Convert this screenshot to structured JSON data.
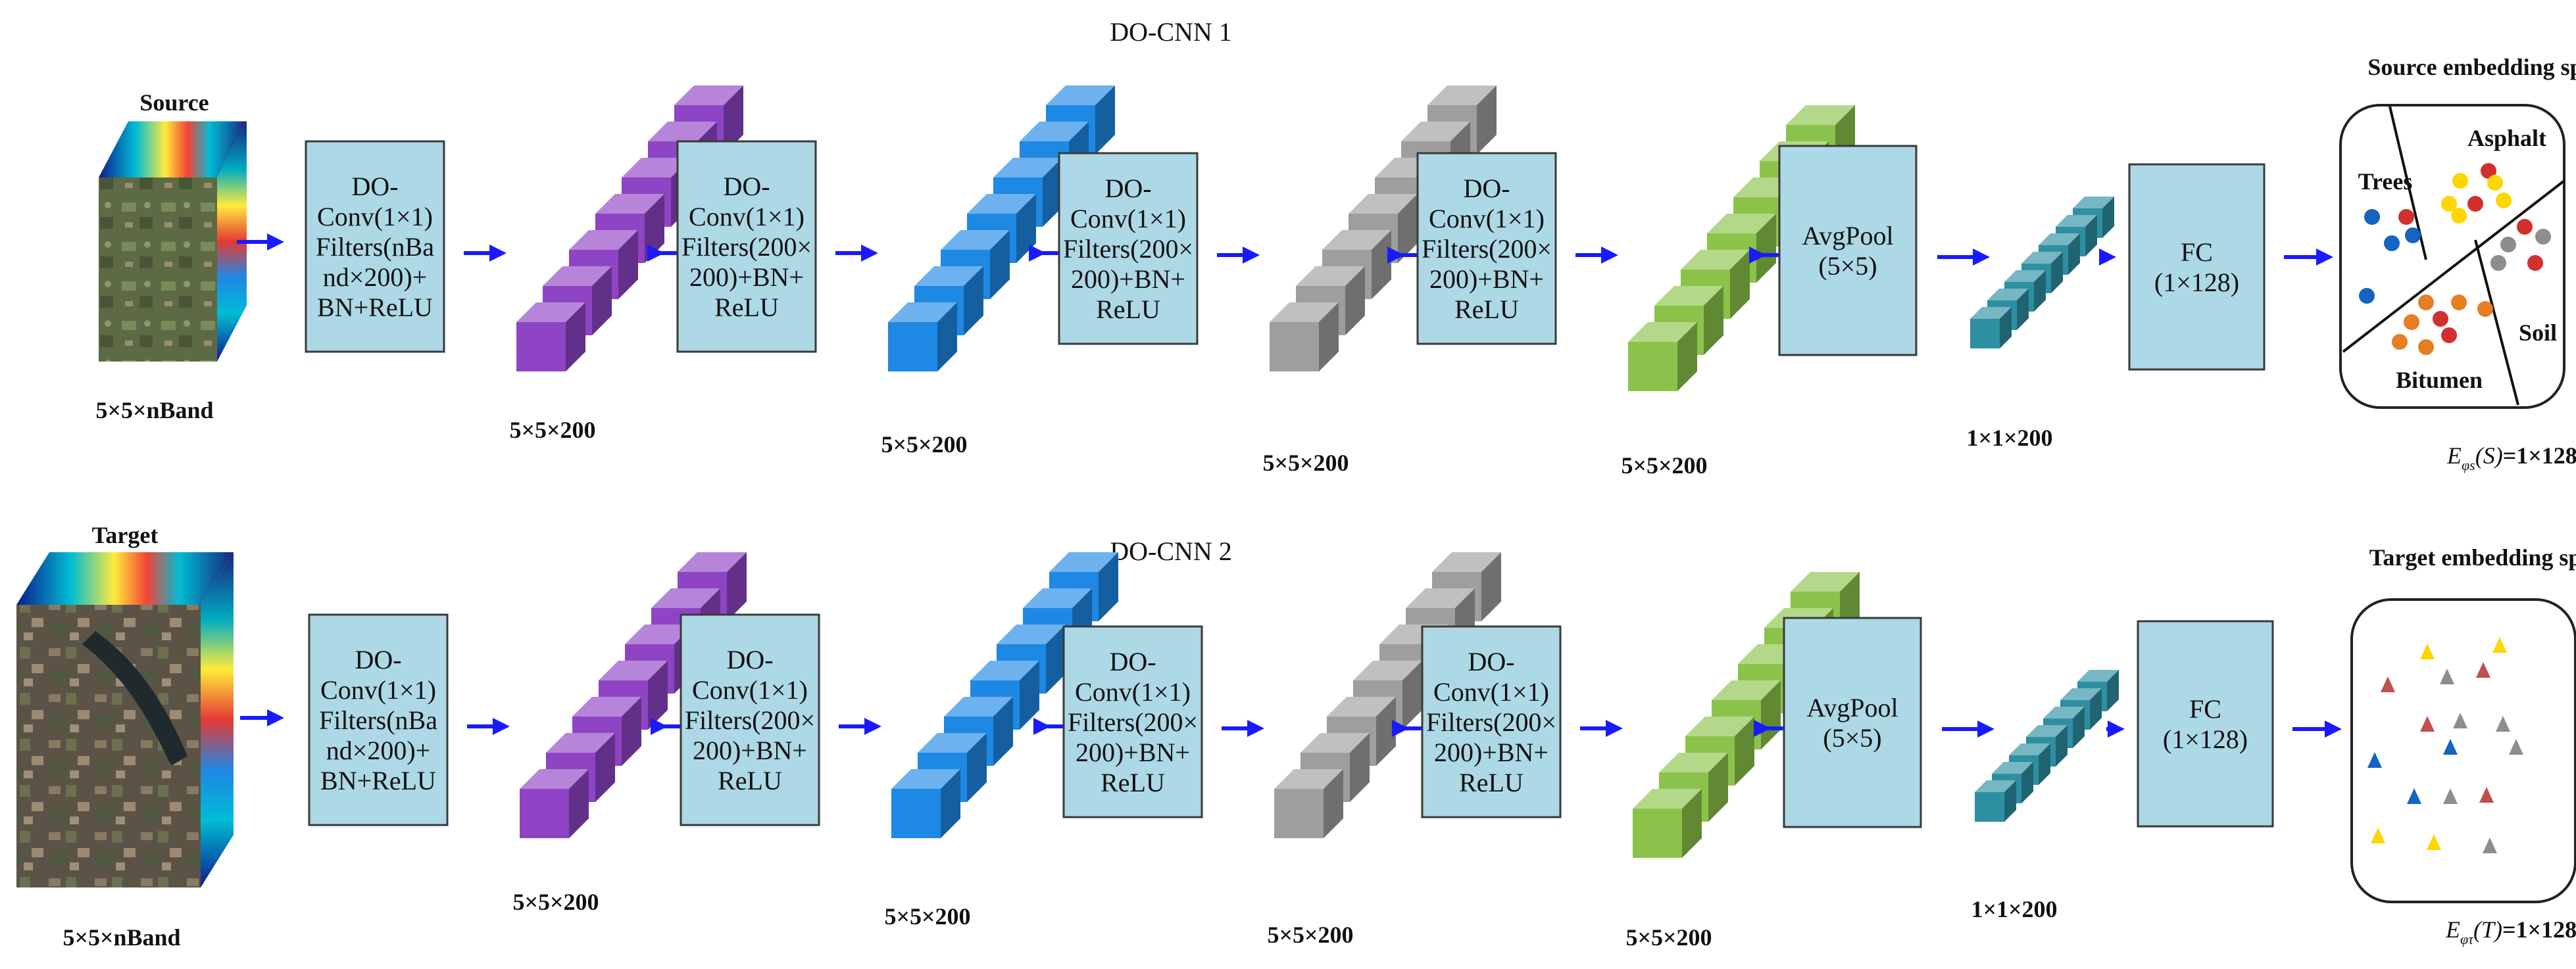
{
  "rows": [
    {
      "id": "source",
      "title": "DO-CNN 1",
      "input_label": "Source",
      "input_dims": "5×5×nBand",
      "blocks": [
        [
          "DO-",
          "Conv(1×1)",
          "Filters(nBa",
          "nd×200)+",
          "BN+ReLU"
        ],
        [
          "DO-",
          "Conv(1×1)",
          "Filters(200×",
          "200)+BN+",
          "ReLU"
        ],
        [
          "DO-",
          "Conv(1×1)",
          "Filters(200×",
          "200)+BN+",
          "ReLU"
        ],
        [
          "DO-",
          "Conv(1×1)",
          "Filters(200×",
          "200)+BN+",
          "ReLU"
        ]
      ],
      "stack_dims": [
        "5×5×200",
        "5×5×200",
        "5×5×200",
        "5×5×200"
      ],
      "avgpool": [
        "AvgPool",
        "(5×5)"
      ],
      "pool_dims": "1×1×200",
      "fc": [
        "FC",
        "(1×128)"
      ],
      "space_title": "Source embedding space",
      "space_regions": [
        "Trees",
        "Asphalt",
        "Soil",
        "Bitumen"
      ],
      "embedding_prefix": "E",
      "embedding_sub": "φs",
      "embedding_arg": "(S)",
      "embedding_suffix": "=1×128"
    },
    {
      "id": "target",
      "title": "DO-CNN 2",
      "input_label": "Target",
      "input_dims": "5×5×nBand",
      "blocks": [
        [
          "DO-",
          "Conv(1×1)",
          "Filters(nBa",
          "nd×200)+",
          "BN+ReLU"
        ],
        [
          "DO-",
          "Conv(1×1)",
          "Filters(200×",
          "200)+BN+",
          "ReLU"
        ],
        [
          "DO-",
          "Conv(1×1)",
          "Filters(200×",
          "200)+BN+",
          "ReLU"
        ],
        [
          "DO-",
          "Conv(1×1)",
          "Filters(200×",
          "200)+BN+",
          "ReLU"
        ]
      ],
      "stack_dims": [
        "5×5×200",
        "5×5×200",
        "5×5×200",
        "5×5×200"
      ],
      "avgpool": [
        "AvgPool",
        "(5×5)"
      ],
      "pool_dims": "1×1×200",
      "fc": [
        "FC",
        "(1×128)"
      ],
      "space_title": "Target embedding space",
      "space_regions": [],
      "embedding_prefix": "E",
      "embedding_sub": "φτ",
      "embedding_arg": "(T)",
      "embedding_suffix": "=1×128"
    }
  ],
  "colors": {
    "stack1": "#8e44c4",
    "stack2": "#1e88e5",
    "stack3": "#9e9e9e",
    "stack4": "#8bc34a",
    "pool": "#2e8fa3",
    "block_fill": "#add8e6",
    "arrow": "#1a1aff",
    "red": "#d32f2f",
    "blue": "#1565c0",
    "yellow": "#ffd600",
    "orange": "#e67e22",
    "gray": "#8d8d8d",
    "brown": "#c0504d"
  }
}
